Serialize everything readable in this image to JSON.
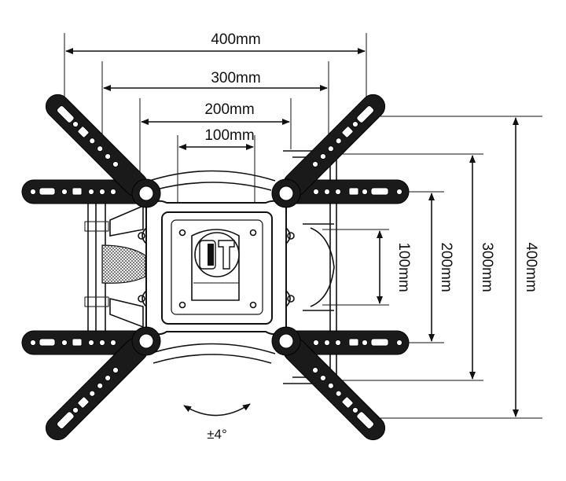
{
  "dimensions": {
    "horizontal": [
      "400mm",
      "300mm",
      "200mm",
      "100mm"
    ],
    "vertical": [
      "100mm",
      "200mm",
      "300mm",
      "400mm"
    ]
  },
  "rotation_label": "±4°"
}
